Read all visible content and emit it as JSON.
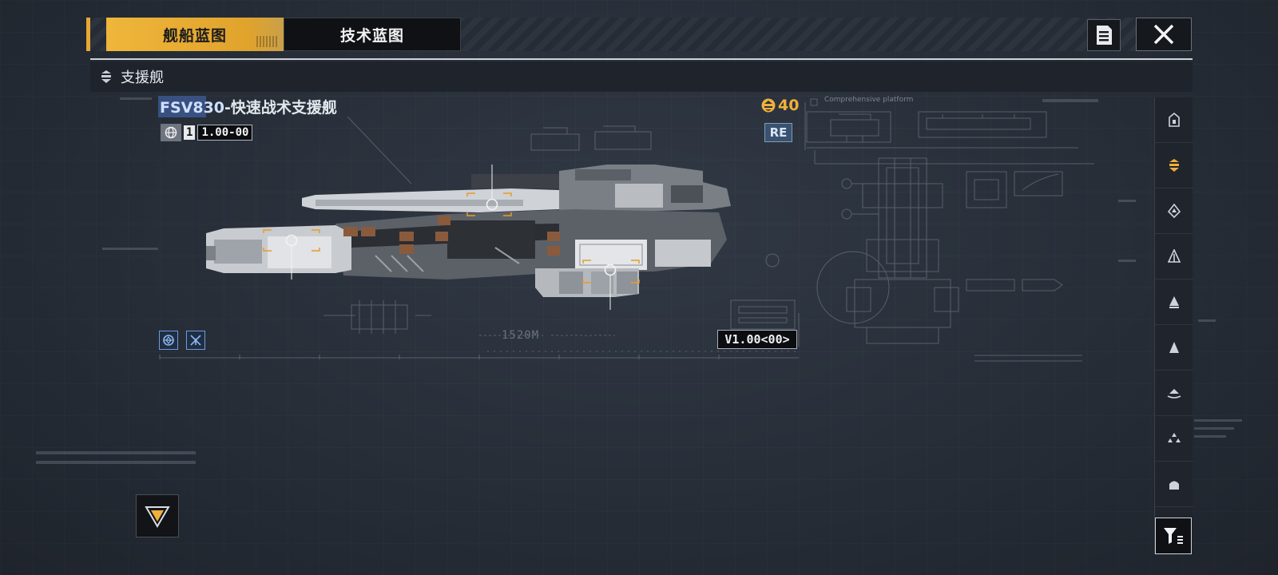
{
  "tabs": {
    "ship_blueprint": "舰船蓝图",
    "tech_blueprint": "技术蓝图"
  },
  "subheader": {
    "category": "支援舰"
  },
  "ship": {
    "code": "FSV830",
    "name_suffix": "-快速战术支援舰",
    "ratio_index": "1",
    "ratio_value": "1.00-00",
    "cost": "40",
    "badge": "RE",
    "version": "V1.00<00>",
    "length_label": "1520M"
  },
  "blueprint_labels": {
    "platform": "Comprehensive platform"
  },
  "icons": {
    "doc": "document-list-icon",
    "close": "close-icon",
    "category": "support-ship-icon",
    "cost": "command-cost-icon",
    "globe": "globe-icon",
    "filter": "filter-icon"
  },
  "sidebar": {
    "items": [
      {
        "name": "carrier-class-icon",
        "active": false
      },
      {
        "name": "support-ship-icon",
        "active": true
      },
      {
        "name": "battlecruiser-class-icon",
        "active": false
      },
      {
        "name": "cruiser-class-icon",
        "active": false
      },
      {
        "name": "destroyer-class-icon",
        "active": false
      },
      {
        "name": "frigate-class-icon",
        "active": false
      },
      {
        "name": "corvette-class-icon",
        "active": false
      },
      {
        "name": "aircraft-class-icon",
        "active": false
      },
      {
        "name": "module-class-icon",
        "active": false
      }
    ]
  },
  "colors": {
    "accent": "#e7a834",
    "active_icon": "#f0b03a",
    "badge_bg": "#3a5270"
  }
}
